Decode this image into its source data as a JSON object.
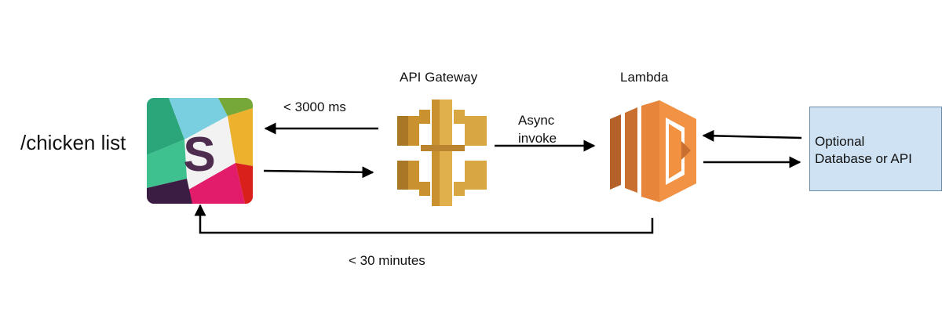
{
  "command": "/chicken list",
  "nodes": {
    "slack": {
      "letter": "S",
      "icon": "slack-logo-icon"
    },
    "api_gateway": {
      "title": "API Gateway",
      "icon": "api-gateway-icon",
      "color": "#d9a741"
    },
    "lambda": {
      "title": "Lambda",
      "icon": "lambda-icon",
      "color": "#e7863a"
    },
    "database": {
      "line1": "Optional",
      "line2": "Database or API",
      "fill": "#cfe2f3"
    }
  },
  "edges": {
    "response_label": "< 3000 ms",
    "async_line1": "Async",
    "async_line2": "invoke",
    "delayed_label": "< 30 minutes"
  }
}
